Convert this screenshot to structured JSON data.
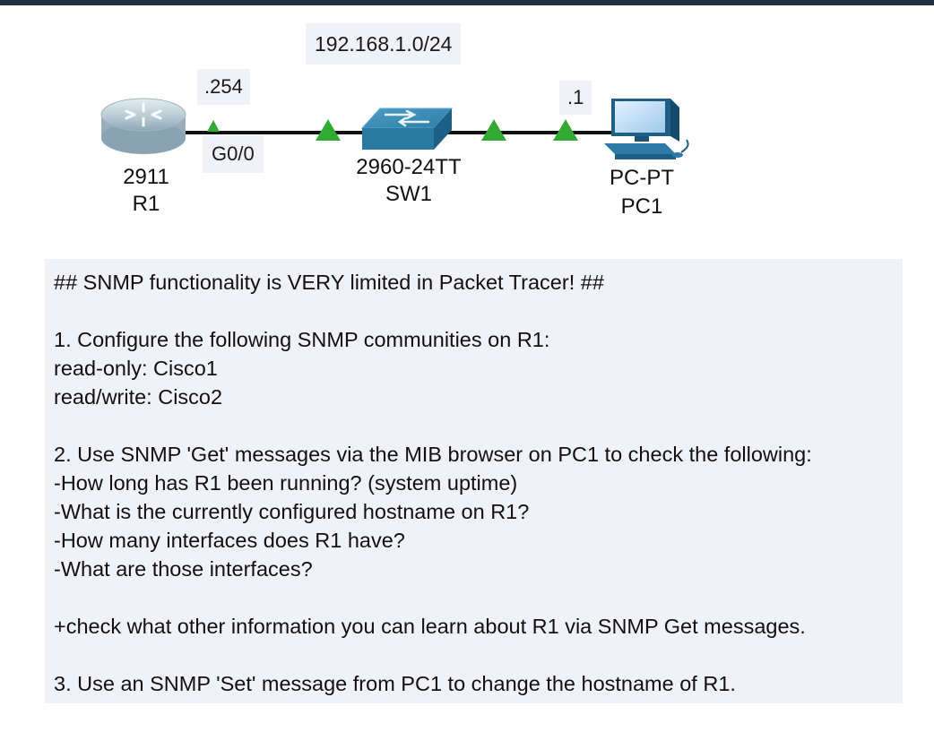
{
  "topology": {
    "subnet": "192.168.1.0/24",
    "r1_ip": ".254",
    "pc1_ip": ".1",
    "r1_interface": "G0/0",
    "devices": {
      "r1": {
        "model": "2911",
        "name": "R1",
        "icon": "router-icon"
      },
      "sw1": {
        "model": "2960-24TT",
        "name": "SW1",
        "icon": "switch-icon"
      },
      "pc1": {
        "model": "PC-PT",
        "name": "PC1",
        "icon": "pc-icon"
      }
    },
    "link_status_color": "#33aa33"
  },
  "instructions": {
    "lines": [
      "## SNMP functionality is VERY limited in Packet Tracer! ##",
      "",
      "1. Configure the following SNMP communities on R1:",
      "read-only: Cisco1",
      "read/write: Cisco2",
      "",
      "2. Use SNMP 'Get' messages via the MIB browser on PC1 to check the following:",
      "-How long has R1 been running? (system uptime)",
      "-What is the currently configured hostname on R1?",
      "-How many interfaces does R1 have?",
      "-What are those interfaces?",
      "",
      "+check what other information you can learn about R1 via SNMP Get messages.",
      "",
      "3. Use an SNMP 'Set' message from PC1 to change the hostname of R1."
    ]
  }
}
